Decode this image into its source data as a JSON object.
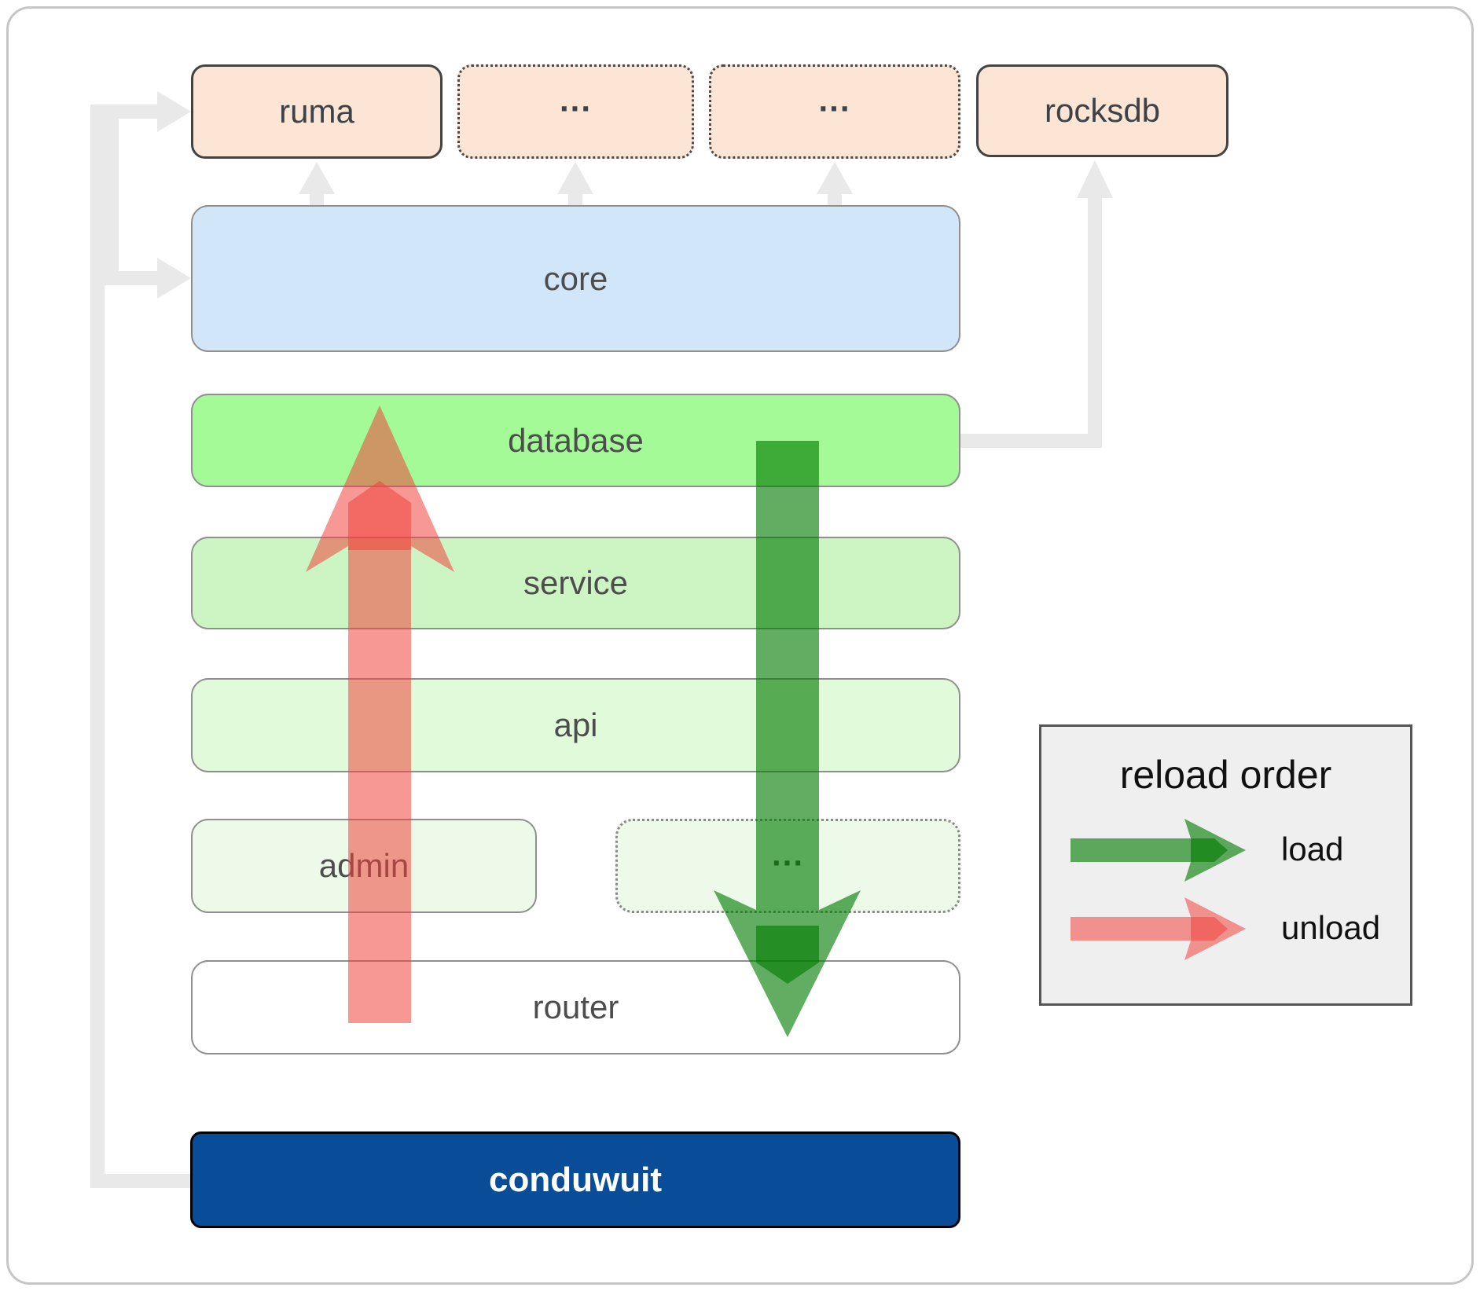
{
  "boxes": {
    "ruma": {
      "label": "ruma"
    },
    "ellipsis_top_1": {
      "label": "..."
    },
    "ellipsis_top_2": {
      "label": "..."
    },
    "rocksdb": {
      "label": "rocksdb"
    },
    "core": {
      "label": "core"
    },
    "database": {
      "label": "database"
    },
    "service": {
      "label": "service"
    },
    "api": {
      "label": "api"
    },
    "admin": {
      "label": "admin"
    },
    "ellipsis_admin": {
      "label": "..."
    },
    "router": {
      "label": "router"
    },
    "conduwuit": {
      "label": "conduwuit"
    }
  },
  "legend": {
    "title": "reload order",
    "load_label": "load",
    "unload_label": "unload"
  },
  "colors": {
    "load_arrow": "rgba(0,122,0,0.62)",
    "unload_arrow": "rgba(240,68,60,0.55)",
    "connector_gray": "#e9e9e9",
    "peach_fill": "#fce5d4",
    "core_fill": "#d2e6fa",
    "database_fill": "#a3fa97",
    "service_fill": "#cdf5c4",
    "api_fill": "#e1fada",
    "admin_fill": "#edfaea",
    "router_fill": "#ffffff",
    "conduwuit_fill": "#094d98",
    "legend_bg": "#efefef"
  }
}
